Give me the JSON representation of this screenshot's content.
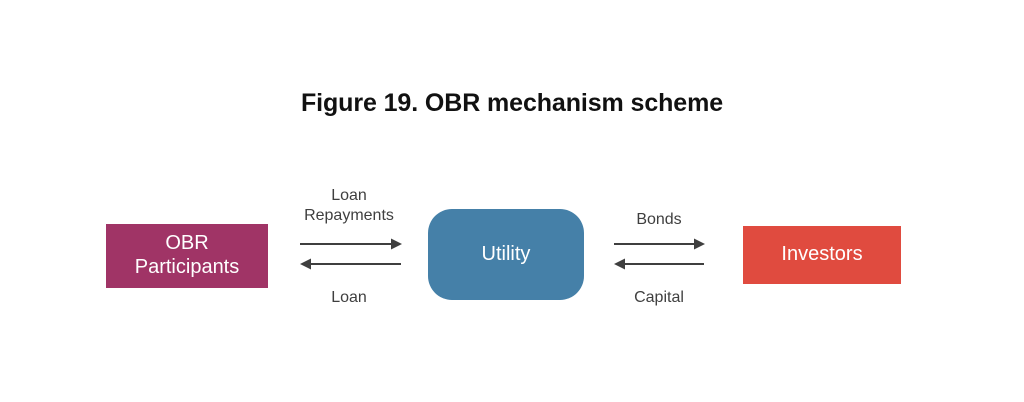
{
  "figure": {
    "title": "Figure 19. OBR mechanism scheme",
    "background_color": "#FFFFFF"
  },
  "nodes": [
    {
      "id": "obr-participants",
      "label_line1": "OBR",
      "label_line2": "Participants",
      "shape": "rectangle",
      "fill_color": "#A03466",
      "text_color": "#FFFFFF"
    },
    {
      "id": "utility",
      "label": "Utility",
      "shape": "rounded-rectangle",
      "fill_color": "#4580A8",
      "text_color": "#FFFFFF"
    },
    {
      "id": "investors",
      "label": "Investors",
      "shape": "rectangle",
      "fill_color": "#E04B3F",
      "text_color": "#FFFFFF"
    }
  ],
  "flows": {
    "left": {
      "top_label": "Loan\nRepayments",
      "top_direction": "right",
      "top_from": "OBR Participants",
      "top_to": "Utility",
      "bottom_label": "Loan",
      "bottom_direction": "left",
      "bottom_from": "Utility",
      "bottom_to": "OBR Participants",
      "arrow_color": "#3F3F3F"
    },
    "right": {
      "top_label": "Bonds",
      "top_direction": "right",
      "top_from": "Utility",
      "top_to": "Investors",
      "bottom_label": "Capital",
      "bottom_direction": "left",
      "bottom_from": "Investors",
      "bottom_to": "Utility",
      "arrow_color": "#3F3F3F"
    }
  }
}
